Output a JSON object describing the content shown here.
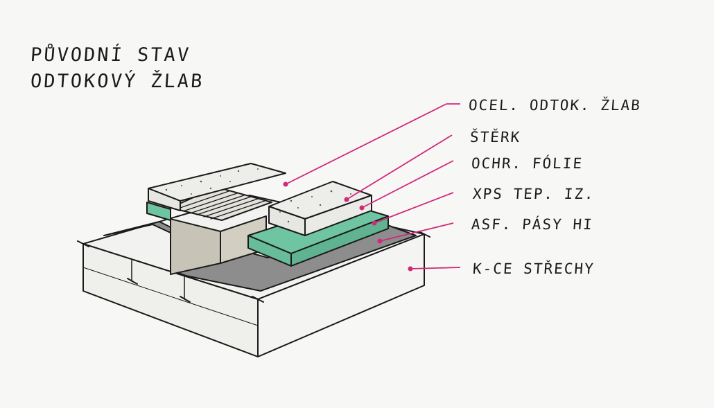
{
  "title": {
    "line1": "PŮVODNÍ STAV",
    "line2": "ODTOKOVÝ ŽLAB"
  },
  "labels": [
    "OCEL. ODTOK. ŽLAB",
    "ŠTĚRK",
    "OCHR. FÓLIE",
    "XPS TEP. IZ.",
    "ASF. PÁSY HI",
    "K-CE STŘECHY"
  ],
  "colors": {
    "ink": "#1a1a1a",
    "leader": "#d0287a",
    "xps": "#6fc4a2",
    "membrane": "#8d8d8d",
    "gravel": "#ededea",
    "steel": "#cbc7ba",
    "structure": "#f2f2f0"
  }
}
